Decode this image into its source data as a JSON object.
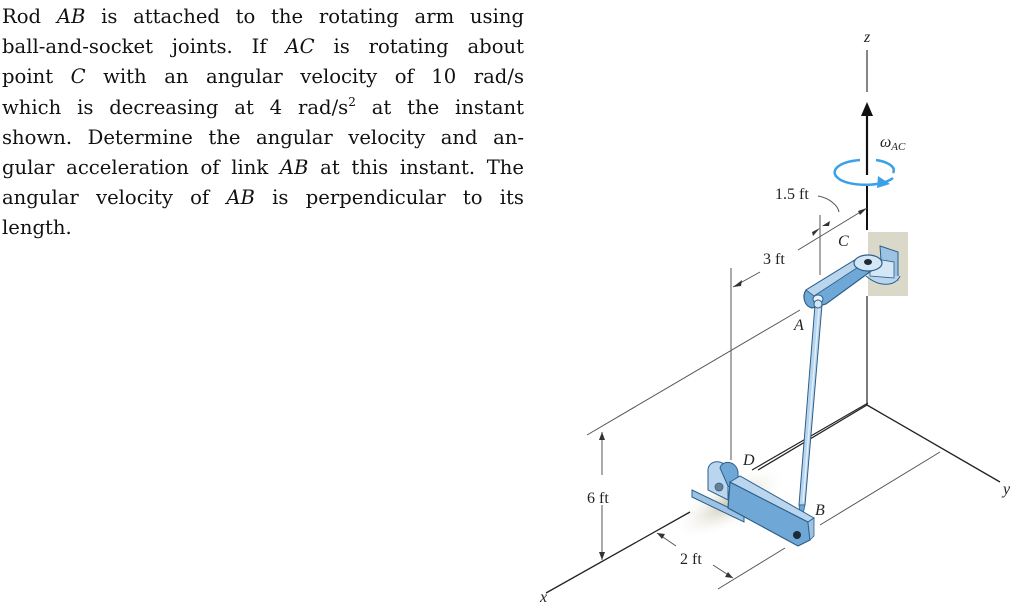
{
  "problem": {
    "lines": [
      [
        "Rod ",
        "AB",
        " is attached to the rotating arm using"
      ],
      [
        "ball-and-socket joints.  If ",
        "AC",
        " is rotating about"
      ],
      [
        "point ",
        "C",
        " with an angular velocity of 10 rad/s"
      ],
      [
        "which is decreasing at 4 rad/s",
        "2",
        " at the instant"
      ],
      [
        "shown.  Determine the angular velocity and an-"
      ],
      [
        "gular acceleration of link ",
        "AB",
        " at this instant. The"
      ],
      [
        "angular velocity of ",
        "AB",
        " is perpendicular to its"
      ],
      [
        "length."
      ]
    ],
    "given": {
      "omega_AC": "10 rad/s",
      "alpha_AC_decreasing": "4 rad/s^2"
    }
  },
  "figure": {
    "axes": {
      "x": "x",
      "y": "y",
      "z": "z"
    },
    "points": {
      "A": "A",
      "B": "B",
      "C": "C",
      "D": "D"
    },
    "omega_label": {
      "main": "ω",
      "sub": "AC"
    },
    "dimensions": {
      "d1": "1.5 ft",
      "d2": "3 ft",
      "d3": "6 ft",
      "d4": "2 ft"
    },
    "colors": {
      "member_blue": "#6fa8d6",
      "member_light": "#b9d6ee",
      "member_dark": "#2d5f8a",
      "rotation_arrow": "#3aa0e8",
      "wall_shadow": "#d9d6c6"
    }
  }
}
